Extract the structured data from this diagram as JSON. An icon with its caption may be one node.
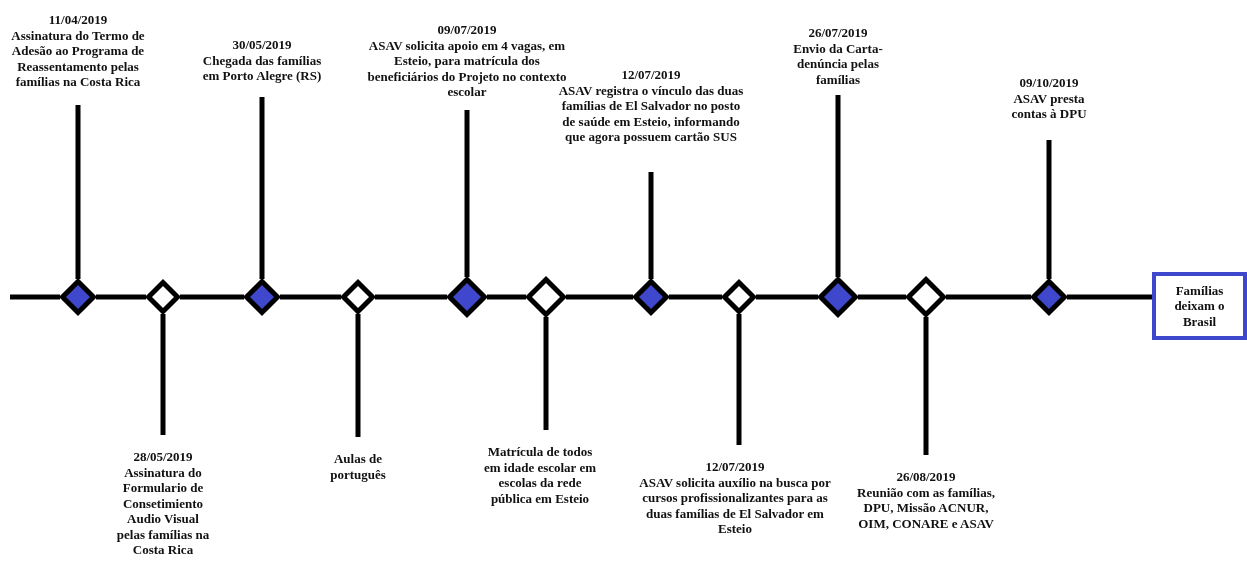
{
  "diagram": {
    "nodes": [
      {
        "text": [
          "11/04/2019",
          "Assinatura do Termo de Adesão ao Programa de Reassentamento pelas famílias na Costa Rica"
        ]
      },
      {
        "text": [],
        "shape": "diamond"
      },
      {
        "text": [
          "28/05/2019",
          "Assinatura do Formulario de Consetimiento Audio Visual pelas famílias na Costa Rica"
        ]
      },
      {
        "text": [],
        "shape": "diamond"
      },
      {
        "text": [
          "30/05/2019",
          "Chegada das famílias em Porto Alegre (RS)"
        ]
      },
      {
        "text": [],
        "shape": "diamond"
      },
      {
        "text": [
          "Aulas de português"
        ]
      },
      {
        "text": [],
        "shape": "diamond"
      },
      {
        "text": [
          "09/07/2019",
          "ASAV solicita apoio em 4 vagas, em Esteio, para matrícula dos beneficiários do Projeto no contexto escolar"
        ]
      },
      {
        "text": [],
        "shape": "diamond"
      },
      {
        "text": [
          "Matrícula de todos em idade escolar em escolas da rede pública em Esteio"
        ]
      },
      {
        "text": [],
        "shape": "diamond"
      },
      {
        "text": [
          "12/07/2019",
          "ASAV registra o vínculo das duas famílias de El Salvador no posto de saúde em Esteio, informando que agora possuem cartão SUS"
        ]
      },
      {
        "text": [],
        "shape": "diamond"
      },
      {
        "text": [
          "12/07/2019",
          "ASAV solicita auxílio na busca por cursos profissionalizantes para as duas famílias de El Salvador em Esteio"
        ]
      },
      {
        "text": [],
        "shape": "diamond"
      },
      {
        "text": [
          "26/07/2019",
          "Envio da Carta-denúncia pelas famílias"
        ]
      },
      {
        "text": [],
        "shape": "diamond"
      },
      {
        "text": [
          "26/08/2019",
          "Reunião com as famílias, DPU, Missão ACNUR, OIM, CONARE e ASAV"
        ]
      },
      {
        "text": [],
        "shape": "diamond"
      },
      {
        "text": [
          "09/10/2019",
          "ASAV presta contas à DPU"
        ]
      },
      {
        "text": [],
        "shape": "diamond"
      },
      {
        "text": [
          "Famílias deixam o Brasil"
        ]
      }
    ],
    "edges": [
      {
        "from": null,
        "to": 1,
        "arrow": "none"
      },
      {
        "from": 1,
        "to": 3,
        "arrow": "none"
      },
      {
        "from": 3,
        "to": 5,
        "arrow": "none"
      },
      {
        "from": 5,
        "to": 7,
        "arrow": "none"
      },
      {
        "from": 7,
        "to": 9,
        "arrow": "none"
      },
      {
        "from": 9,
        "to": 11,
        "arrow": "none"
      },
      {
        "from": 11,
        "to": 13,
        "arrow": "none"
      },
      {
        "from": 13,
        "to": 15,
        "arrow": "none"
      },
      {
        "from": 15,
        "to": 17,
        "arrow": "none"
      },
      {
        "from": 17,
        "to": 19,
        "arrow": "none"
      },
      {
        "from": 19,
        "to": 21,
        "arrow": "none"
      },
      {
        "from": 21,
        "to": 22,
        "arrow": "none"
      },
      {
        "from": 1,
        "to": 0,
        "arrow": "none"
      },
      {
        "from": 3,
        "to": 2,
        "arrow": "none"
      },
      {
        "from": 5,
        "to": 4,
        "arrow": "none"
      },
      {
        "from": 7,
        "to": 6,
        "arrow": "none"
      },
      {
        "from": 9,
        "to": 8,
        "arrow": "none"
      },
      {
        "from": 11,
        "to": 10,
        "arrow": "none"
      },
      {
        "from": 13,
        "to": 12,
        "arrow": "none"
      },
      {
        "from": 15,
        "to": 14,
        "arrow": "none"
      },
      {
        "from": 17,
        "to": 16,
        "arrow": "none"
      },
      {
        "from": 19,
        "to": 18,
        "arrow": "none"
      },
      {
        "from": 21,
        "to": 20,
        "arrow": "none"
      }
    ]
  }
}
